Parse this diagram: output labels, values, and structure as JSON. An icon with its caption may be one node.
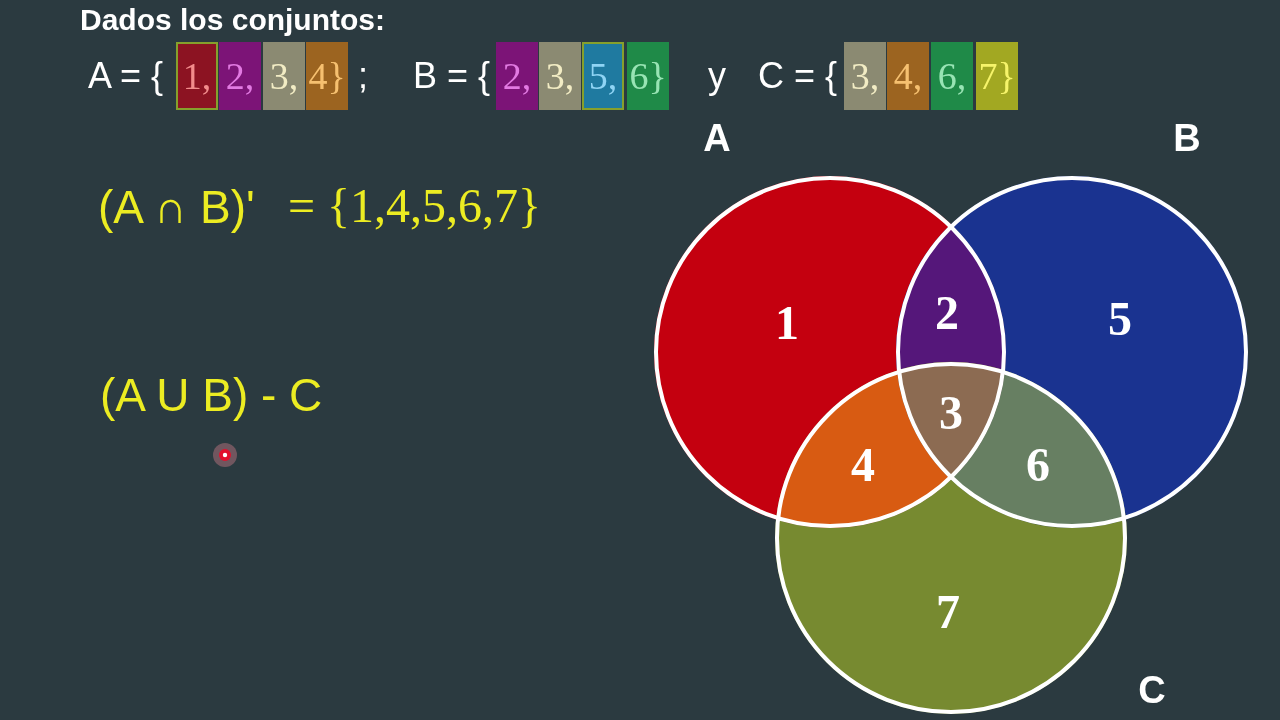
{
  "diagram": {
    "title": "Dados los conjuntos:",
    "nodes": [
      {
        "text": [
          "1,"
        ]
      },
      {
        "text": [
          "2,"
        ]
      },
      {
        "text": [
          "3,"
        ]
      },
      {
        "text": [
          "4}"
        ]
      },
      {
        "text": [
          "2,"
        ]
      },
      {
        "text": [
          "3,"
        ]
      },
      {
        "text": [
          "5,"
        ]
      },
      {
        "text": [
          "6}"
        ]
      },
      {
        "text": [
          "3,"
        ]
      },
      {
        "text": [
          "4,"
        ]
      },
      {
        "text": [
          "6,"
        ]
      },
      {
        "text": [
          "7}"
        ]
      },
      {
        "text": [
          "A"
        ]
      },
      {
        "text": [
          "B"
        ]
      },
      {
        "text": [
          "C"
        ]
      }
    ],
    "labels": [
      "A = {",
      ";",
      "B = {",
      "y",
      "C = {",
      "(A ∩ B)'",
      "= {1,4,5,6,7}",
      "(A U B) - C",
      "1",
      "2",
      "5",
      "3",
      "4",
      "6",
      "7"
    ]
  }
}
